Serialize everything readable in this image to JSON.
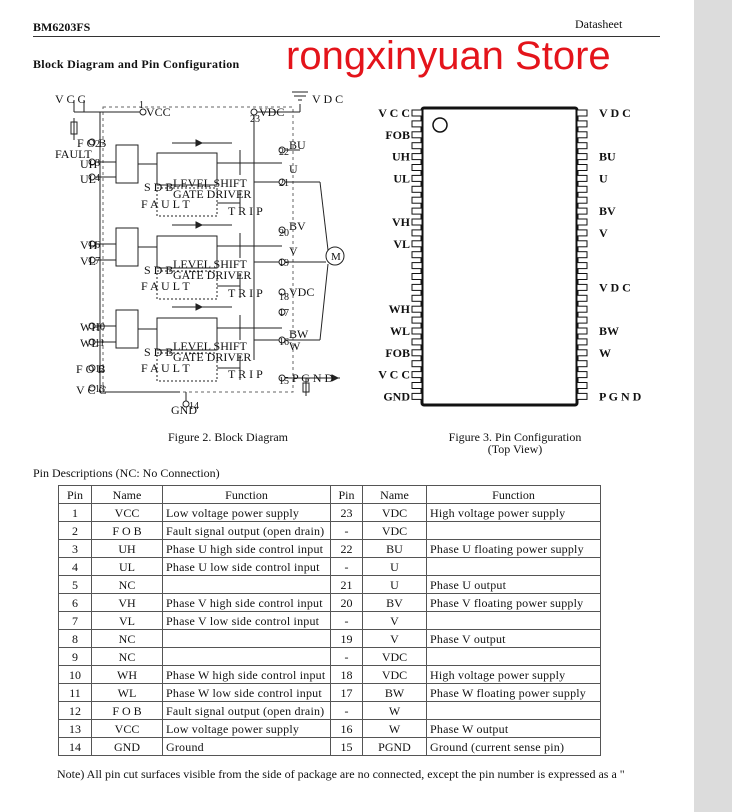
{
  "header": {
    "part_number": "BM6203FS",
    "doc_type": "Datasheet"
  },
  "section_title": "Block Diagram and Pin Configuration",
  "watermark": "rongxinyuan Store",
  "block_diagram": {
    "caption": "Figure 2. Block Diagram",
    "labels": {
      "vcc_top": "V C C",
      "vcc_pin": "VCC",
      "vdc_pin": "VDC",
      "vdc_top": "V D C",
      "fob_top": "F O B",
      "fault_in": "FAULT",
      "uh": "UH",
      "ul": "UL",
      "vh": "VH",
      "vl": "VL",
      "wh": "WH",
      "wl": "WL",
      "fob_bottom": "F O B",
      "vcc_bottom": "V C C",
      "gnd": "GND",
      "bu": "BU",
      "u": "U",
      "bv": "BV",
      "v": "V",
      "vdc_mid": "VDC",
      "bw": "BW",
      "w": "W",
      "pgnd": "P G N D",
      "motor": "M",
      "sdb": "S D B",
      "level_shift": "LEVEL SHIFT",
      "gate_driver": "GATE DRIVER",
      "fault_blk": "F A U L T",
      "trip": "T R I P"
    },
    "pin_numbers": {
      "p1": "1",
      "p2": "2",
      "p3": "3",
      "p4": "4",
      "p6": "6",
      "p7": "7",
      "p10": "10",
      "p11": "11",
      "p12": "12",
      "p13": "13",
      "p14": "14",
      "p15": "15",
      "p16": "16",
      "p17": "17",
      "p18": "18",
      "p19": "19",
      "p20": "20",
      "p21": "21",
      "p22": "22",
      "p23": "23"
    }
  },
  "pin_config": {
    "caption_line1": "Figure 3. Pin Configuration",
    "caption_line2": "(Top View)",
    "left_pins": [
      "V C C",
      "FOB",
      "UH",
      "UL",
      "VH",
      "VL",
      "WH",
      "WL",
      "FOB",
      "V C C",
      "GND"
    ],
    "right_pins": [
      "V D C",
      "BU",
      "U",
      "BV",
      "V",
      "V D C",
      "BW",
      "W",
      "P G N D"
    ]
  },
  "pin_table": {
    "title": "Pin Descriptions (NC: No Connection)",
    "headers": [
      "Pin",
      "Name",
      "Function",
      "Pin",
      "Name",
      "Function"
    ],
    "rows": [
      [
        "1",
        "VCC",
        "Low voltage power supply",
        "23",
        "VDC",
        "High voltage power supply"
      ],
      [
        "2",
        "F O B",
        "Fault signal output (open drain)",
        "-",
        "VDC",
        ""
      ],
      [
        "3",
        "UH",
        "Phase U high side control input",
        "22",
        "BU",
        "Phase U floating power supply"
      ],
      [
        "4",
        "UL",
        "Phase U low side control input",
        "-",
        "U",
        ""
      ],
      [
        "5",
        "NC",
        "",
        "21",
        "U",
        "Phase U output"
      ],
      [
        "6",
        "VH",
        "Phase V high side control input",
        "20",
        "BV",
        "Phase V floating power supply"
      ],
      [
        "7",
        "VL",
        "Phase V low side control input",
        "-",
        "V",
        ""
      ],
      [
        "8",
        "NC",
        "",
        "19",
        "V",
        "Phase V output"
      ],
      [
        "9",
        "NC",
        "",
        "-",
        "VDC",
        ""
      ],
      [
        "10",
        "WH",
        "Phase W high side control input",
        "18",
        "VDC",
        "High voltage power supply"
      ],
      [
        "11",
        "WL",
        "Phase W low side control input",
        "17",
        "BW",
        "Phase W floating power supply"
      ],
      [
        "12",
        "F O B",
        "Fault signal output (open drain)",
        "-",
        "W",
        ""
      ],
      [
        "13",
        "VCC",
        "Low voltage power supply",
        "16",
        "W",
        "Phase W output"
      ],
      [
        "14",
        "GND",
        "Ground",
        "15",
        "PGND",
        "Ground (current sense pin)"
      ]
    ]
  },
  "note": "Note) All pin cut surfaces visible from the side of package are no connected, except the pin number is expressed as a \""
}
